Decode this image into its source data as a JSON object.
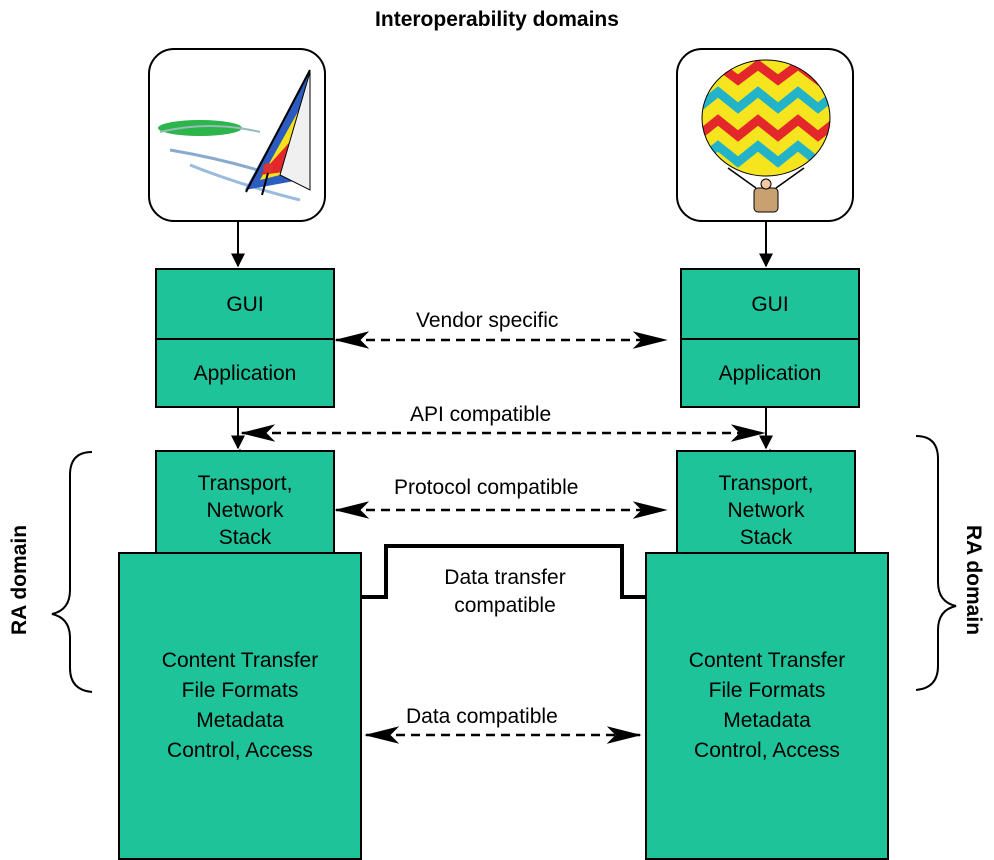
{
  "title": "Interoperability domains",
  "left": {
    "gui": "GUI",
    "application": "Application",
    "transport": [
      "Transport,",
      "Network",
      "Stack"
    ],
    "content": [
      "Content Transfer",
      "File Formats",
      "Metadata",
      "Control, Access"
    ],
    "side_label": "RA domain"
  },
  "right": {
    "gui": "GUI",
    "application": "Application",
    "transport": [
      "Transport,",
      "Network",
      "Stack"
    ],
    "content": [
      "Content Transfer",
      "File Formats",
      "Metadata",
      "Control, Access"
    ],
    "side_label": "RA domain"
  },
  "links": {
    "vendor": "Vendor specific",
    "api": "API compatible",
    "protocol": "Protocol compatible",
    "data_transfer": [
      "Data transfer",
      "compatible"
    ],
    "data": "Data compatible"
  },
  "colors": {
    "box_fill": "#1ec39a",
    "stroke": "#000000"
  },
  "icons": {
    "left": "windsurfer-icon",
    "right": "hot-air-balloon-icon"
  }
}
